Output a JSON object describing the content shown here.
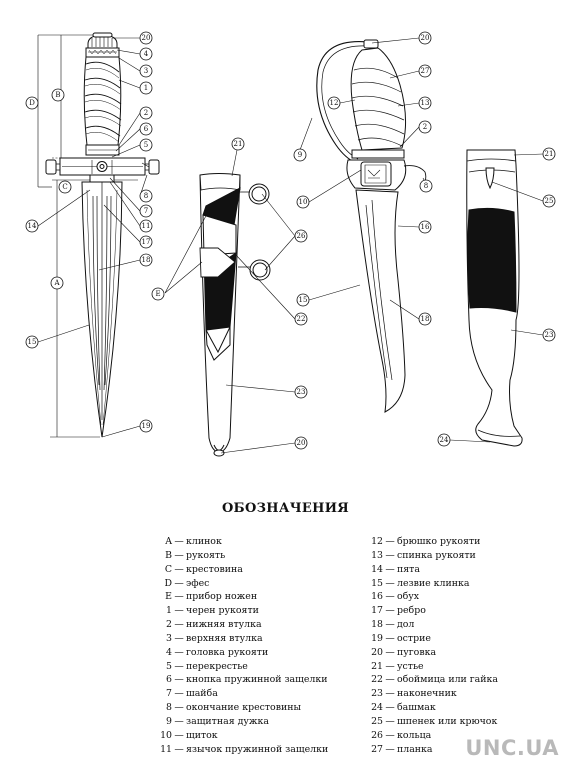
{
  "callouts": {
    "c20a": "20",
    "c4a": "4",
    "c3": "3",
    "c1": "1",
    "c2a": "2",
    "c6": "6",
    "c5": "5",
    "c8a": "8",
    "c7": "7",
    "c11": "11",
    "c17": "17",
    "c18a": "18",
    "c14": "14",
    "c15a": "15",
    "c19": "19",
    "cD": "D",
    "cB": "B",
    "cC": "C",
    "cA": "A",
    "c21a": "21",
    "c26": "26",
    "cE": "E",
    "c22": "22",
    "c23a": "23",
    "c20b": "20",
    "c20c": "20",
    "c27": "27",
    "c12": "12",
    "c13": "13",
    "c2b": "2",
    "c9": "9",
    "c10": "10",
    "c8b": "8",
    "c16": "16",
    "c15b": "15",
    "c18b": "18",
    "c21b": "21",
    "c25": "25",
    "c23b": "23",
    "c24": "24"
  },
  "legend": {
    "title": "ОБОЗНАЧЕНИЯ",
    "left": [
      {
        "key": "A",
        "text": "клинок"
      },
      {
        "key": "B",
        "text": "рукоять"
      },
      {
        "key": "C",
        "text": "крестовина"
      },
      {
        "key": "D",
        "text": "эфес"
      },
      {
        "key": "E",
        "text": "прибор ножен"
      },
      {
        "key": "1",
        "text": "черен рукояти"
      },
      {
        "key": "2",
        "text": "нижняя втулка"
      },
      {
        "key": "3",
        "text": "верхняя втулка"
      },
      {
        "key": "4",
        "text": "головка рукояти"
      },
      {
        "key": "5",
        "text": "перекрестье"
      },
      {
        "key": "6",
        "text": "кнопка пружинной защелки"
      },
      {
        "key": "7",
        "text": "шайба"
      },
      {
        "key": "8",
        "text": "окончание крестовины"
      },
      {
        "key": "9",
        "text": "защитная дужка"
      },
      {
        "key": "10",
        "text": "щиток"
      },
      {
        "key": "11",
        "text": "язычок пружинной защелки"
      }
    ],
    "right": [
      {
        "key": "12",
        "text": "брюшко рукояти"
      },
      {
        "key": "13",
        "text": "спинка рукояти"
      },
      {
        "key": "14",
        "text": "пята"
      },
      {
        "key": "15",
        "text": "лезвие клинка"
      },
      {
        "key": "16",
        "text": "обух"
      },
      {
        "key": "17",
        "text": "ребро"
      },
      {
        "key": "18",
        "text": "дол"
      },
      {
        "key": "19",
        "text": "острие"
      },
      {
        "key": "20",
        "text": "пуговка"
      },
      {
        "key": "21",
        "text": "устье"
      },
      {
        "key": "22",
        "text": "обоймица или гайка"
      },
      {
        "key": "23",
        "text": "наконечник"
      },
      {
        "key": "24",
        "text": "башмак"
      },
      {
        "key": "25",
        "text": "шпенек или крючок"
      },
      {
        "key": "26",
        "text": "кольца"
      },
      {
        "key": "27",
        "text": "планка"
      }
    ]
  },
  "watermark": "UNC.UA"
}
